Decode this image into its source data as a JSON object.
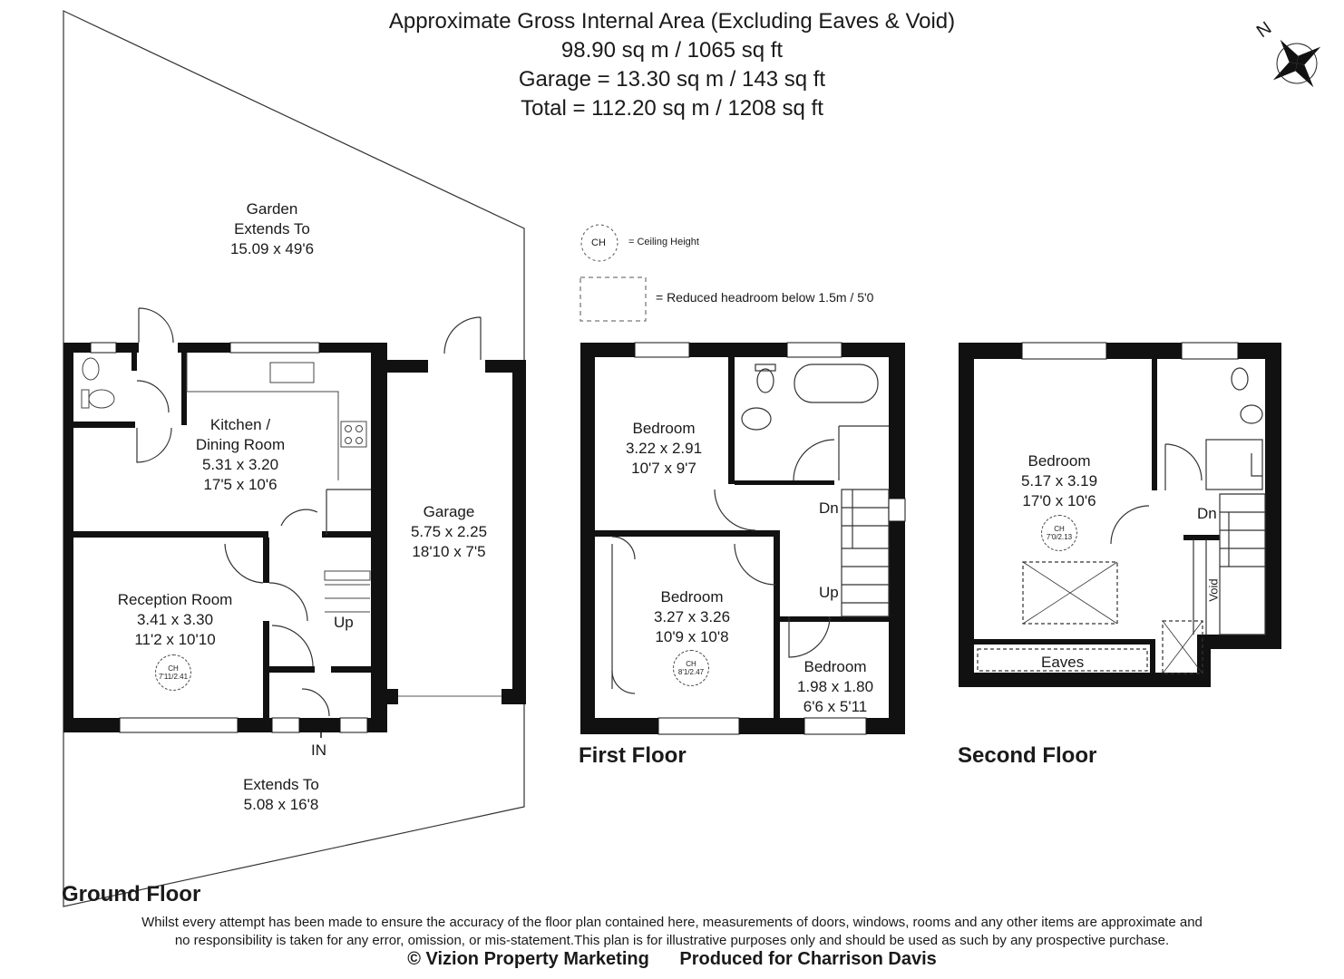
{
  "header": {
    "line1": "Approximate Gross Internal Area (Excluding Eaves & Void)",
    "line2": "98.90 sq m / 1065 sq ft",
    "line3": "Garage = 13.30 sq m / 143 sq ft",
    "line4": "Total = 112.20 sq m / 1208 sq ft"
  },
  "compass": {
    "label": "N"
  },
  "legend": {
    "ch_symbol": "CH",
    "ch_text": "= Ceiling Height",
    "reduced_text": "= Reduced headroom below 1.5m / 5'0"
  },
  "ground_floor": {
    "title": "Ground Floor",
    "garden": {
      "name": "Garden",
      "line2": "Extends To",
      "size": "15.09 x 49'6"
    },
    "front": {
      "line1": "Extends To",
      "size": "5.08 x 16'8"
    },
    "kitchen": {
      "name_line1": "Kitchen /",
      "name_line2": "Dining Room",
      "metric": "5.31 x 3.20",
      "imperial": "17'5 x 10'6"
    },
    "garage": {
      "name": "Garage",
      "metric": "5.75 x 2.25",
      "imperial": "18'10 x 7'5"
    },
    "reception": {
      "name": "Reception Room",
      "metric": "3.41 x 3.30",
      "imperial": "11'2 x 10'10",
      "ch_value": "7'11/2.41"
    },
    "stairs_up": "Up",
    "entrance": "IN"
  },
  "first_floor": {
    "title": "First Floor",
    "bedroom1": {
      "name": "Bedroom",
      "metric": "3.22 x 2.91",
      "imperial": "10'7 x 9'7"
    },
    "bedroom2": {
      "name": "Bedroom",
      "metric": "3.27 x 3.26",
      "imperial": "10'9 x 10'8",
      "ch_value": "8'1/2.47"
    },
    "bedroom3": {
      "name": "Bedroom",
      "metric": "1.98 x 1.80",
      "imperial": "6'6 x 5'11"
    },
    "stairs_down": "Dn",
    "stairs_up": "Up"
  },
  "second_floor": {
    "title": "Second Floor",
    "bedroom": {
      "name": "Bedroom",
      "metric": "5.17 x 3.19",
      "imperial": "17'0 x 10'6",
      "ch_value": "7'0/2.13"
    },
    "eaves": "Eaves",
    "void": "Void",
    "stairs_down": "Dn"
  },
  "disclaimer": {
    "line1": "Whilst every attempt has been made to ensure the accuracy of the floor plan contained here, measurements of doors, windows, rooms and any other items are approximate and",
    "line2": "no responsibility is taken for any error, omission, or mis-statement.This plan is for illustrative purposes only and should be used as such by any prospective purchase."
  },
  "footer": {
    "copyright": "© Vizion Property Marketing",
    "produced": "Produced for Charrison Davis"
  }
}
